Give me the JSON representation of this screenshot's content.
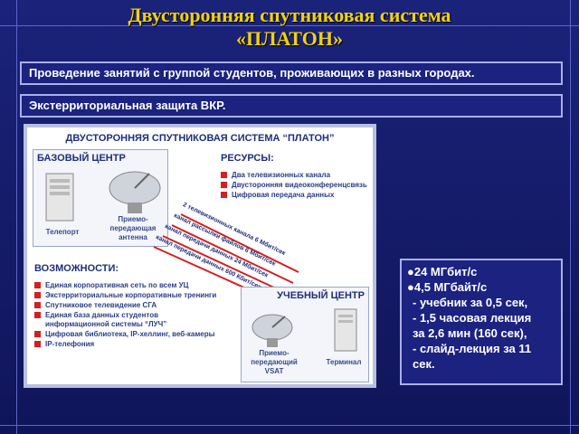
{
  "title": {
    "line1": "Двусторонняя спутниковая система",
    "line2": "«ПЛАТОН»"
  },
  "bars": [
    "Проведение занятий с группой студентов, проживающих в разных городах.",
    "Экстерриториальная защита ВКР."
  ],
  "diagram": {
    "heading": "ДВУСТОРОННЯЯ СПУТНИКОВАЯ СИСТЕМА “ПЛАТОН”",
    "base_center": {
      "title": "БАЗОВЫЙ ЦЕНТР",
      "teleport": "Телепорт",
      "antenna": "Приемо-\nпередающая\nантенна"
    },
    "resources": {
      "title": "РЕСУРСЫ:",
      "items": [
        "Два телевизионных канала",
        "Двусторонняя видеоконференцсвязь",
        "Цифровая передача данных"
      ]
    },
    "links": [
      "2 телевизионных канала 6 Мбит/сек",
      "канал рассылки файлов 6 Мбит/сек",
      "канал передачи данных 24 Мбит/сек",
      "канал передачи данных 600 Кбит/сек"
    ],
    "capabilities": {
      "title": "ВОЗМОЖНОСТИ:",
      "items": [
        "Единая корпоративная сеть по всем УЦ",
        "Экстерриториальные корпоративные тренинги",
        "Спутниковое телевидение СГА",
        "Единая база данных студентов информационной системы “ЛУЧ”",
        "Цифровая библиотека, IP-хеллинг, веб-камеры",
        "IP-телефония"
      ]
    },
    "edu_center": {
      "title": "УЧЕБНЫЙ ЦЕНТР",
      "vsat": "Приемо-\nпередающий\nVSAT",
      "terminal": "Терминал"
    }
  },
  "stats": {
    "bullets": [
      "24 МГбит/с",
      "4,5 МГбайт/с"
    ],
    "lines": [
      "- учебник за 0,5 сек,",
      "- 1,5 часовая лекция",
      "за 2,6 мин (160 сек),",
      "- слайд-лекция за 11",
      "сек."
    ]
  },
  "colors": {
    "background": "#141b6b",
    "title": "#f2d20a",
    "bar_border": "#aab0e8",
    "bullet_red": "#d42020"
  }
}
